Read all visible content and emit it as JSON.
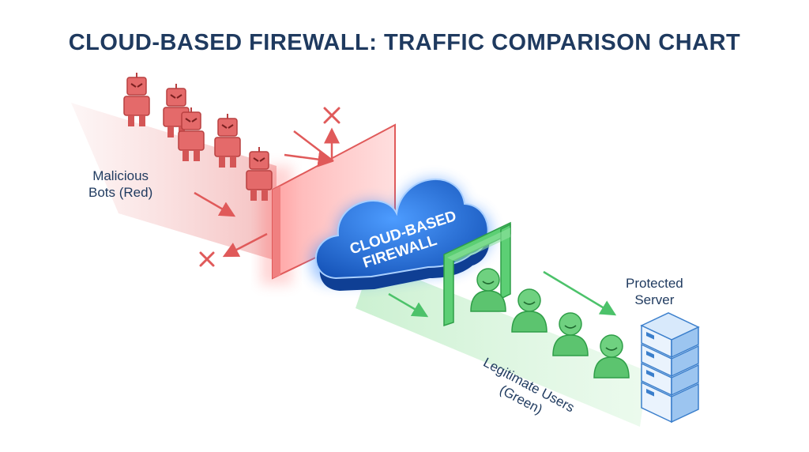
{
  "title": "CLOUD-BASED FIREWALL: TRAFFIC COMPARISON CHART",
  "firewall": {
    "line1": "CLOUD-BASED",
    "line2": "FIREWALL"
  },
  "labels": {
    "malicious_line1": "Malicious",
    "malicious_line2": "Bots (Red)",
    "server_line1": "Protected",
    "server_line2": "Server",
    "users_line1": "Legitimate Users",
    "users_line2": "(Green)"
  },
  "colors": {
    "title": "#1f3a5f",
    "malicious": "#e05a5a",
    "legitimate": "#4cc26a",
    "cloud": "#1e6fd9",
    "server": "#6aa6e6"
  },
  "icons": [
    "robot-icon",
    "user-icon",
    "server-icon",
    "cloud-icon",
    "block-x-icon",
    "arrow-icon"
  ]
}
